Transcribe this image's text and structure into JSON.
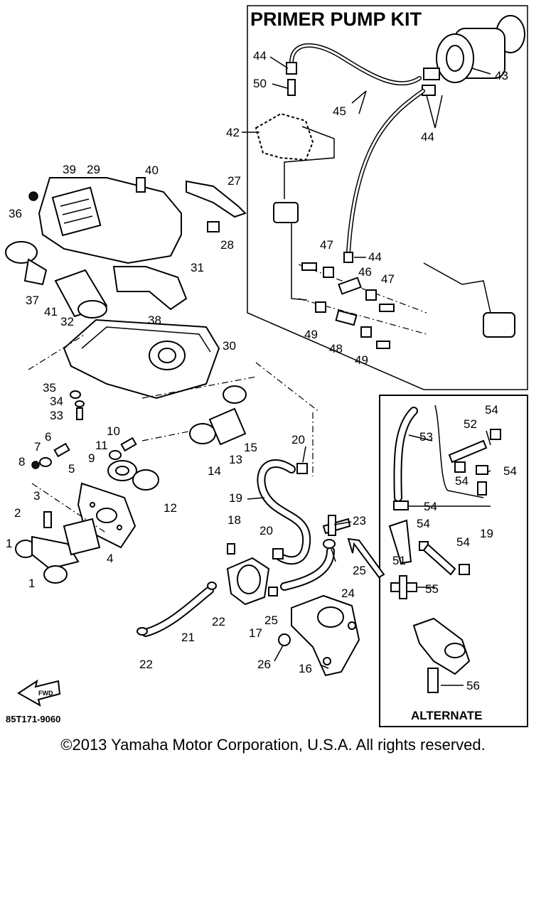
{
  "diagram": {
    "kit_title": "PRIMER PUMP KIT",
    "alternate_title": "ALTERNATE",
    "drawing_code": "85T171-9060",
    "fwd_label": "FWD",
    "part_numbers": [
      "1",
      "2",
      "3",
      "4",
      "5",
      "6",
      "7",
      "8",
      "9",
      "10",
      "11",
      "12",
      "13",
      "14",
      "15",
      "16",
      "17",
      "18",
      "19",
      "20",
      "21",
      "22",
      "23",
      "24",
      "25",
      "26",
      "27",
      "28",
      "29",
      "30",
      "31",
      "32",
      "33",
      "34",
      "35",
      "36",
      "37",
      "38",
      "39",
      "40",
      "41",
      "42",
      "43",
      "44",
      "45",
      "46",
      "47",
      "48",
      "49",
      "50",
      "51",
      "52",
      "53",
      "54",
      "55",
      "56"
    ]
  },
  "copyright": "©2013 Yamaha Motor Corporation, U.S.A. All rights reserved."
}
